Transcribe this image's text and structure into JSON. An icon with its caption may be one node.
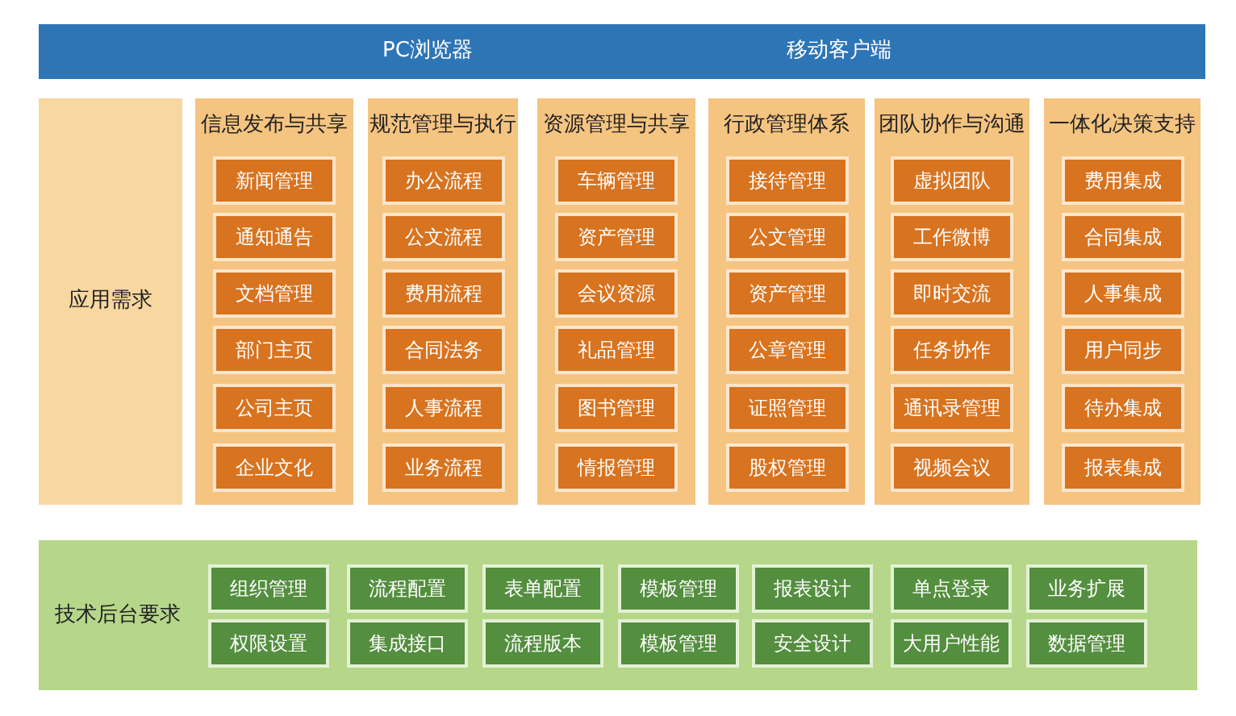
{
  "diagram": {
    "nodes": [
      {
        "text": [
          "PC浏览器",
          "移动客户端"
        ]
      },
      {
        "text": [
          "应用需求"
        ]
      },
      {
        "text": [
          "信息发布与共享"
        ]
      },
      {
        "text": [
          "新闻管理"
        ],
        "in": 2
      },
      {
        "text": [
          "通知通告"
        ],
        "in": 2
      },
      {
        "text": [
          "文档管理"
        ],
        "in": 2
      },
      {
        "text": [
          "部门主页"
        ],
        "in": 2
      },
      {
        "text": [
          "公司主页"
        ],
        "in": 2
      },
      {
        "text": [
          "企业文化"
        ],
        "in": 2
      },
      {
        "text": [
          "规范管理与执行"
        ]
      },
      {
        "text": [
          "办公流程"
        ],
        "in": 9
      },
      {
        "text": [
          "公文流程"
        ],
        "in": 9
      },
      {
        "text": [
          "费用流程"
        ],
        "in": 9
      },
      {
        "text": [
          "合同法务"
        ],
        "in": 9
      },
      {
        "text": [
          "人事流程"
        ],
        "in": 9
      },
      {
        "text": [
          "业务流程"
        ],
        "in": 9
      },
      {
        "text": [
          "资源管理与共享"
        ]
      },
      {
        "text": [
          "车辆管理"
        ],
        "in": 16
      },
      {
        "text": [
          "资产管理"
        ],
        "in": 16
      },
      {
        "text": [
          "会议资源"
        ],
        "in": 16
      },
      {
        "text": [
          "礼品管理"
        ],
        "in": 16
      },
      {
        "text": [
          "图书管理"
        ],
        "in": 16
      },
      {
        "text": [
          "情报管理"
        ],
        "in": 16
      },
      {
        "text": [
          "行政管理体系"
        ]
      },
      {
        "text": [
          "接待管理"
        ],
        "in": 23
      },
      {
        "text": [
          "公文管理"
        ],
        "in": 23
      },
      {
        "text": [
          "资产管理"
        ],
        "in": 23
      },
      {
        "text": [
          "公章管理"
        ],
        "in": 23
      },
      {
        "text": [
          "证照管理"
        ],
        "in": 23
      },
      {
        "text": [
          "股权管理"
        ],
        "in": 23
      },
      {
        "text": [
          "团队协作与沟通"
        ]
      },
      {
        "text": [
          "虚拟团队"
        ],
        "in": 30
      },
      {
        "text": [
          "工作微博"
        ],
        "in": 30
      },
      {
        "text": [
          "即时交流"
        ],
        "in": 30
      },
      {
        "text": [
          "任务协作"
        ],
        "in": 30
      },
      {
        "text": [
          "通讯录管理"
        ],
        "in": 30
      },
      {
        "text": [
          "视频会议"
        ],
        "in": 30
      },
      {
        "text": [
          "一体化决策支持"
        ]
      },
      {
        "text": [
          "费用集成"
        ],
        "in": 37
      },
      {
        "text": [
          "合同集成"
        ],
        "in": 37
      },
      {
        "text": [
          "人事集成"
        ],
        "in": 37
      },
      {
        "text": [
          "用户同步"
        ],
        "in": 37
      },
      {
        "text": [
          "待办集成"
        ],
        "in": 37
      },
      {
        "text": [
          "报表集成"
        ],
        "in": 37
      },
      {
        "text": [
          "技术后台要求"
        ]
      },
      {
        "text": [
          "组织管理"
        ],
        "in": 44
      },
      {
        "text": [
          "流程配置"
        ],
        "in": 44
      },
      {
        "text": [
          "表单配置"
        ],
        "in": 44
      },
      {
        "text": [
          "模板管理"
        ],
        "in": 44
      },
      {
        "text": [
          "报表设计"
        ],
        "in": 44
      },
      {
        "text": [
          "单点登录"
        ],
        "in": 44
      },
      {
        "text": [
          "业务扩展"
        ],
        "in": 44
      },
      {
        "text": [
          "权限设置"
        ],
        "in": 44
      },
      {
        "text": [
          "集成接口"
        ],
        "in": 44
      },
      {
        "text": [
          "流程版本"
        ],
        "in": 44
      },
      {
        "text": [
          "模板管理"
        ],
        "in": 44
      },
      {
        "text": [
          "安全设计"
        ],
        "in": 44
      },
      {
        "text": [
          "大用户性能"
        ],
        "in": 44
      },
      {
        "text": [
          "数据管理"
        ],
        "in": 44
      }
    ]
  }
}
